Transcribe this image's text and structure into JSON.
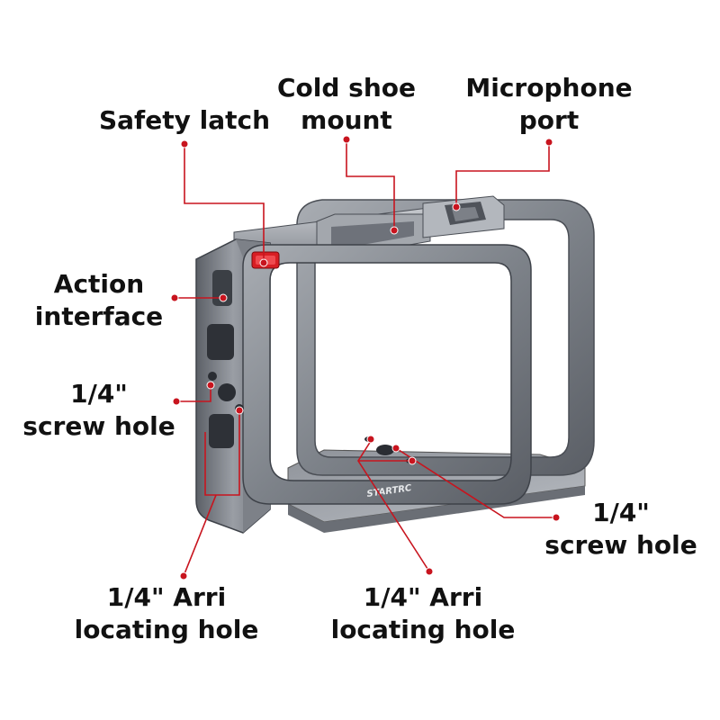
{
  "colors": {
    "leader": "#c8141e",
    "cage_light": "#b9bdc3",
    "cage_mid": "#8c9097",
    "cage_dark": "#4f535a",
    "latch": "#d81e24"
  },
  "product": {
    "brand_mark": "STARTRC"
  },
  "callouts": {
    "safety_latch": {
      "line1": "Safety latch"
    },
    "cold_shoe": {
      "line1": "Cold shoe",
      "line2": "mount"
    },
    "microphone": {
      "line1": "Microphone",
      "line2": "port"
    },
    "action_interface": {
      "line1": "Action",
      "line2": "interface"
    },
    "screw_left": {
      "line1": "1/4\"",
      "line2": "screw hole"
    },
    "screw_right": {
      "line1": "1/4\"",
      "line2": "screw hole"
    },
    "arri_left": {
      "line1": "1/4\" Arri",
      "line2": "locating hole"
    },
    "arri_right": {
      "line1": "1/4\" Arri",
      "line2": "locating hole"
    }
  }
}
